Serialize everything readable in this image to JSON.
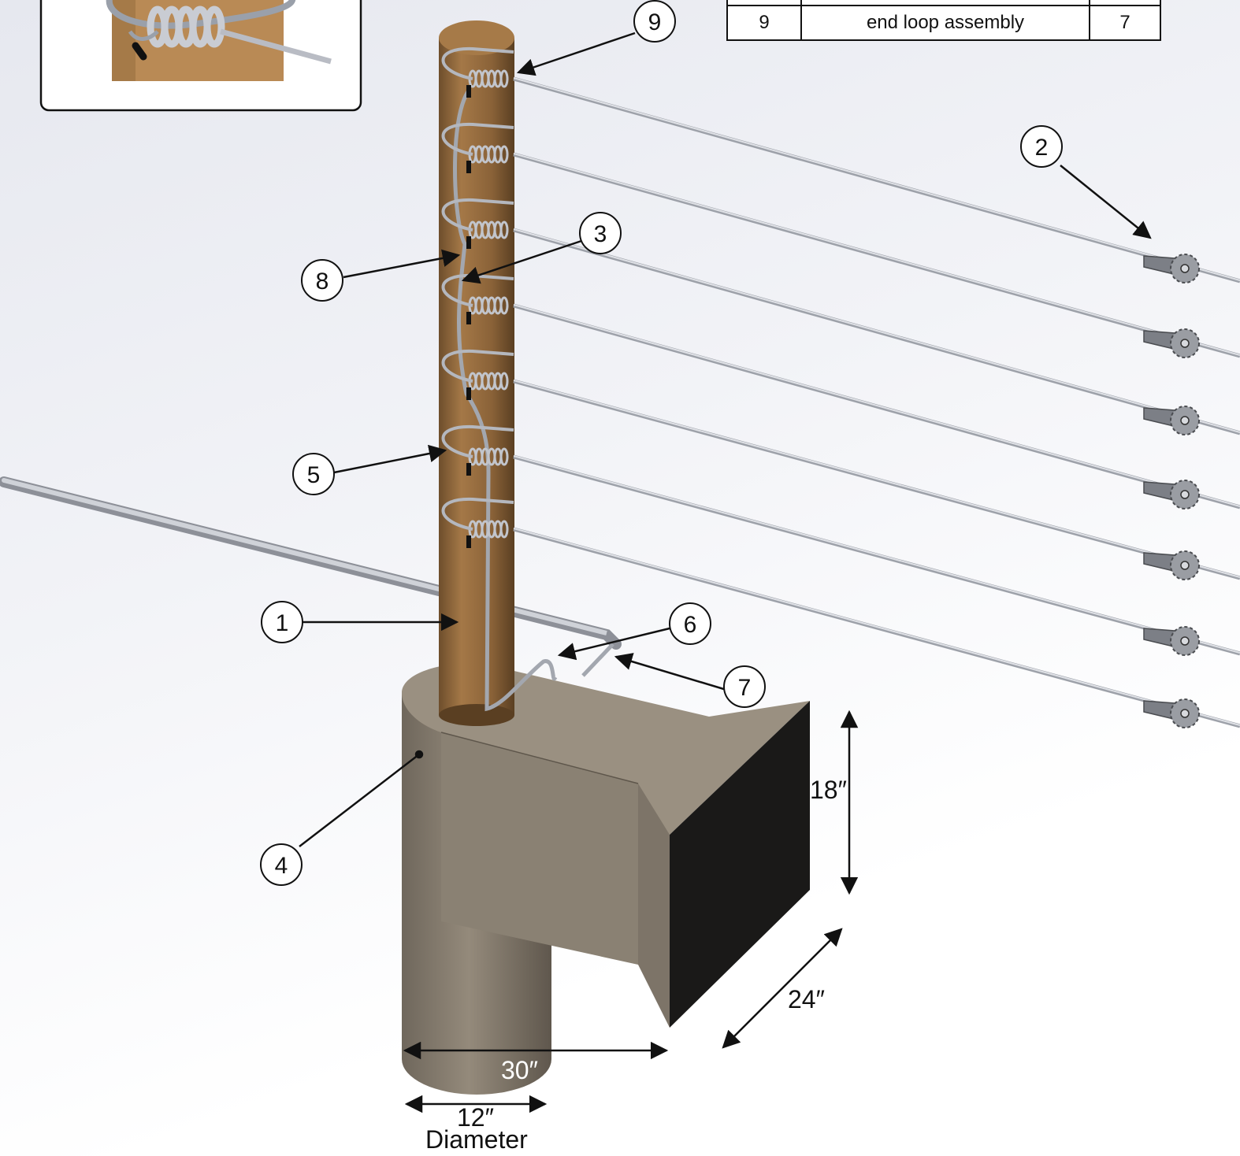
{
  "detail_inset": {
    "label": ""
  },
  "parts_table": {
    "rows": [
      {
        "item": "9",
        "description": "end loop assembly",
        "qty": "7"
      }
    ]
  },
  "callouts": [
    "1",
    "2",
    "3",
    "4",
    "5",
    "6",
    "7",
    "8",
    "9"
  ],
  "dimensions": {
    "height": "18″",
    "depth": "24″",
    "width": "30″",
    "diameter": "12″",
    "diameter_label": "Diameter"
  },
  "colors": {
    "post": "#9b7043",
    "concrete": "#8a8173",
    "wire": "#b9bcc4",
    "shadow_face": "#1a1918"
  }
}
